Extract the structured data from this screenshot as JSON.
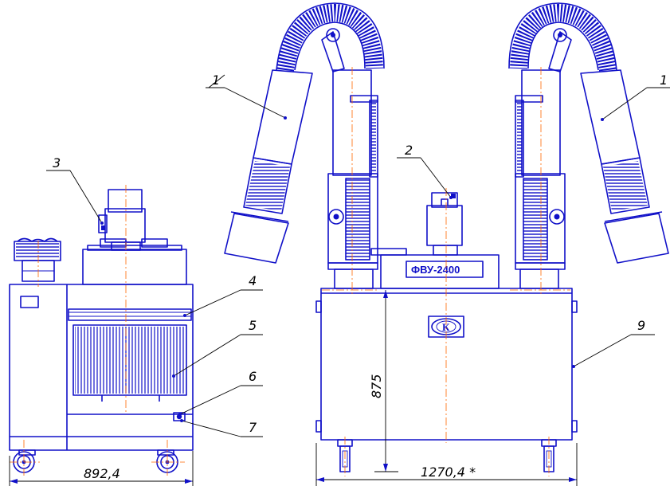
{
  "model_plate": "ФВУ-2400",
  "logo_text": "К",
  "callouts": {
    "c1_left": "1",
    "c1_right": "1",
    "c2": "2",
    "c3": "3",
    "c4": "4",
    "c5": "5",
    "c6": "6",
    "c7": "7",
    "c9": "9"
  },
  "dimensions": {
    "side_width": "892,4",
    "front_width": "1270,4 *",
    "height": "875"
  },
  "colors": {
    "outline": "#1010c8",
    "center_axis": "#ff6600",
    "leader": "#000000"
  }
}
